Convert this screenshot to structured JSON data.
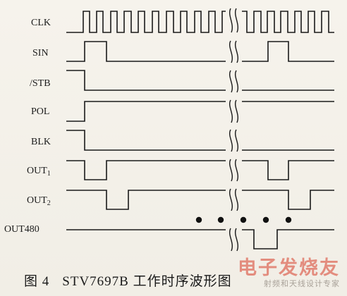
{
  "signals": [
    {
      "id": "clk",
      "label": "CLK",
      "sub": ""
    },
    {
      "id": "sin",
      "label": "SIN",
      "sub": ""
    },
    {
      "id": "stb",
      "label": "/STB",
      "sub": ""
    },
    {
      "id": "pol",
      "label": "POL",
      "sub": ""
    },
    {
      "id": "blk",
      "label": "BLK",
      "sub": ""
    },
    {
      "id": "out1",
      "label": "OUT",
      "sub": "1"
    },
    {
      "id": "out2",
      "label": "OUT",
      "sub": "2"
    },
    {
      "id": "out480",
      "label": "OUT480",
      "sub": ""
    }
  ],
  "caption": {
    "figure_number": "图 4",
    "text": "STV7697B 工作时序波形图"
  },
  "watermark": {
    "main": "电子发烧友",
    "sub": "射频和天线设计专家"
  },
  "colors": {
    "ink": "#1a1a1a",
    "background": "#f4f1ea",
    "watermark": "#d73c28"
  }
}
